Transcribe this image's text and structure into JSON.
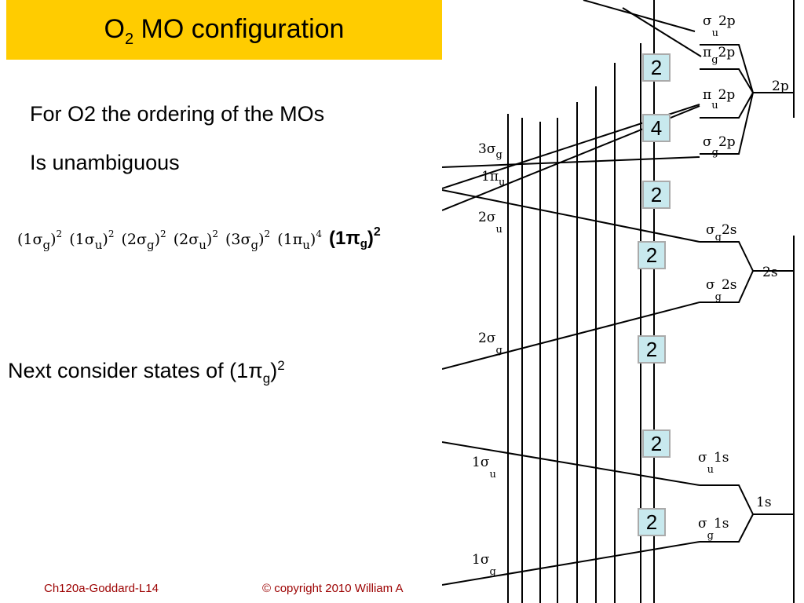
{
  "title": {
    "main": "O",
    "sub": "2",
    "rest": " MO configuration"
  },
  "text": {
    "line1": "For O2 the ordering of the MOs",
    "line2": "Is unambiguous",
    "next_prefix": "Next consider states of (1",
    "next_pi": "π",
    "next_sub": "g",
    "next_close": ")",
    "next_sup": "2"
  },
  "formula": [
    {
      "n": "(1",
      "sym": "σ",
      "sub": "g",
      "sup": "2"
    },
    {
      "n": "(1",
      "sym": "σ",
      "sub": "u",
      "sup": "2"
    },
    {
      "n": "(2",
      "sym": "σ",
      "sub": "g",
      "sup": "2"
    },
    {
      "n": "(2",
      "sym": "σ",
      "sub": "u",
      "sup": "2"
    },
    {
      "n": "(3",
      "sym": "σ",
      "sub": "g",
      "sup": "2"
    },
    {
      "n": "(1",
      "sym": "π",
      "sub": "u",
      "sup": "4"
    }
  ],
  "formula_last": {
    "n": "(1",
    "sym": "π",
    "sub": "g",
    "sup": "2"
  },
  "mo_left": [
    {
      "n": "3",
      "sym": "σ",
      "sub": "g"
    },
    {
      "n": "1",
      "sym": "π",
      "sub": "u"
    },
    {
      "n": "2",
      "sym": "σ",
      "sub": "u"
    },
    {
      "n": "2",
      "sym": "σ",
      "sub": "g"
    },
    {
      "n": "1",
      "sym": "σ",
      "sub": "u"
    },
    {
      "n": "1",
      "sym": "σ",
      "sub": "g"
    }
  ],
  "mo_right": [
    {
      "sym": "σ",
      "sub": "u",
      "ao": "2p"
    },
    {
      "sym": "π",
      "sub": "g",
      "ao": "2p"
    },
    {
      "sym": "π",
      "sub": "u",
      "ao": "2p"
    },
    {
      "sym": "σ",
      "sub": "g",
      "ao": "2p"
    },
    {
      "sym": "σ",
      "sub": "g",
      "ao": "2s"
    },
    {
      "sym": "σ",
      "sub": "g",
      "ao": "2s"
    },
    {
      "sym": "σ",
      "sub": "u",
      "ao": "1s"
    },
    {
      "sym": "σ",
      "sub": "g",
      "ao": "1s"
    }
  ],
  "atomic": [
    "2p",
    "2s",
    "1s"
  ],
  "occupancy": [
    "2",
    "4",
    "2",
    "2",
    "2",
    "2",
    "2"
  ],
  "footer": {
    "left": "Ch120a-Goddard-L14",
    "right": "© copyright 2010 William A"
  },
  "colors": {
    "title_bg": "#ffcc00",
    "badge_bg": "#c8e9ee",
    "footer": "#9c0000"
  }
}
